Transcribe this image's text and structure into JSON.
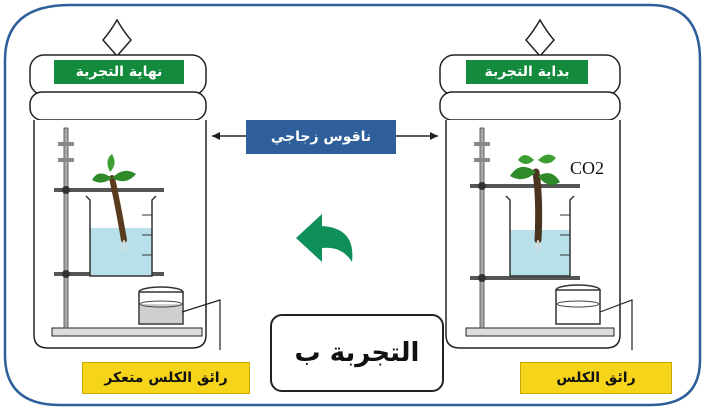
{
  "diagram": {
    "jar_left_title": "نهاية التجربة",
    "jar_right_title": "بداية التجربة",
    "bell_jar_label": "ناقوس زجاجي",
    "gas_label": "CO2",
    "experiment_label": "التجربة ب",
    "left_bottom_label": "رائق الكلس متعكر",
    "right_bottom_label": "رائق الكلس"
  },
  "colors": {
    "frame_border": "#2e5f9a",
    "title_green": "#138a3c",
    "label_yellow": "#f5d41a",
    "center_blue": "#2e5f9a",
    "water": "#b8e0ea",
    "arrow_green": "#0f8f5a",
    "plant_green": "#2f8a2a"
  },
  "icons": [
    "curved-arrow-icon",
    "plant-icon",
    "beaker-icon",
    "lab-stand-icon"
  ]
}
